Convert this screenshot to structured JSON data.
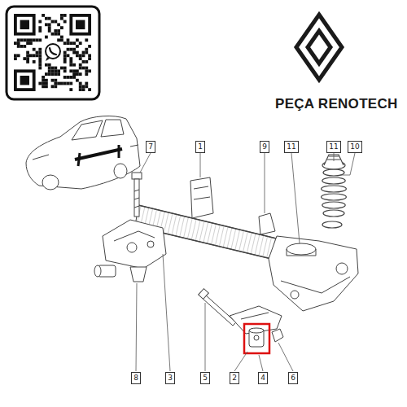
{
  "diagram": {
    "nodes": [
      {
        "text": [
          "7"
        ]
      },
      {
        "text": [
          "1"
        ]
      },
      {
        "text": [
          "9"
        ]
      },
      {
        "text": [
          "11"
        ]
      },
      {
        "text": [
          "11"
        ]
      },
      {
        "text": [
          "10"
        ]
      },
      {
        "text": [
          "8"
        ]
      },
      {
        "text": [
          "3"
        ]
      },
      {
        "text": [
          "5"
        ]
      },
      {
        "text": [
          "2"
        ]
      },
      {
        "text": [
          "4"
        ]
      },
      {
        "text": [
          "6"
        ]
      }
    ],
    "labels": [
      "PEÇA RENOTECH"
    ]
  }
}
